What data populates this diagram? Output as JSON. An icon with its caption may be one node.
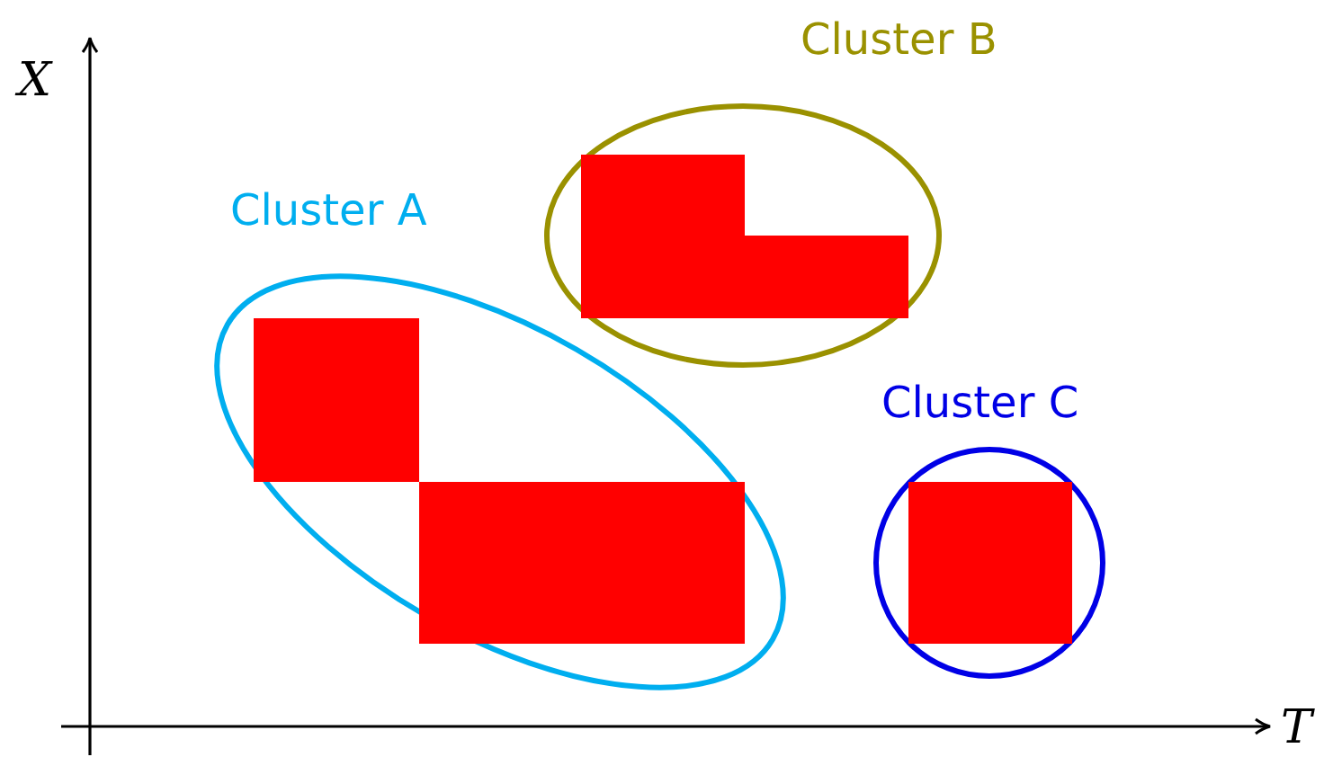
{
  "diagram": {
    "nodes": [
      {
        "text": [
          "Cluster A"
        ]
      },
      {
        "text": [],
        "shape": "box",
        "in": 0
      },
      {
        "text": [],
        "shape": "box",
        "in": 0
      },
      {
        "text": [
          "Cluster B"
        ]
      },
      {
        "text": [],
        "shape": "box",
        "in": 3
      },
      {
        "text": [
          "Cluster C"
        ]
      },
      {
        "text": [],
        "shape": "box",
        "in": 5
      }
    ],
    "labels": [
      "X",
      "T"
    ]
  }
}
